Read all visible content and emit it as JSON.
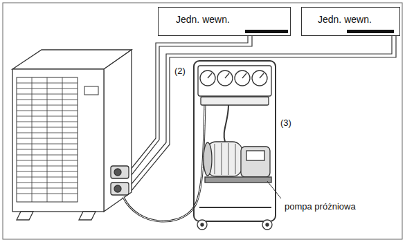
{
  "diagram": {
    "nodes": [
      {
        "text": [
          "Jedn. wewn."
        ]
      },
      {
        "text": [
          "Jedn. wewn."
        ]
      }
    ],
    "labels": [
      "(2)",
      "(3)",
      "pompa próżniowa"
    ]
  }
}
